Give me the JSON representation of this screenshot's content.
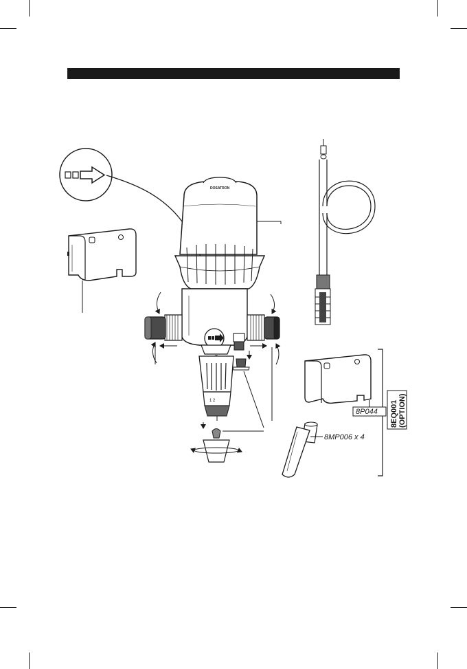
{
  "labels": {
    "plate_part": "8P044",
    "tube_part": "8MP006 x 4",
    "kit_code": "8EQ001",
    "kit_note": "(OPTION)"
  },
  "colors": {
    "ink": "#1a1a1a",
    "body_fill": "#ffffff"
  }
}
